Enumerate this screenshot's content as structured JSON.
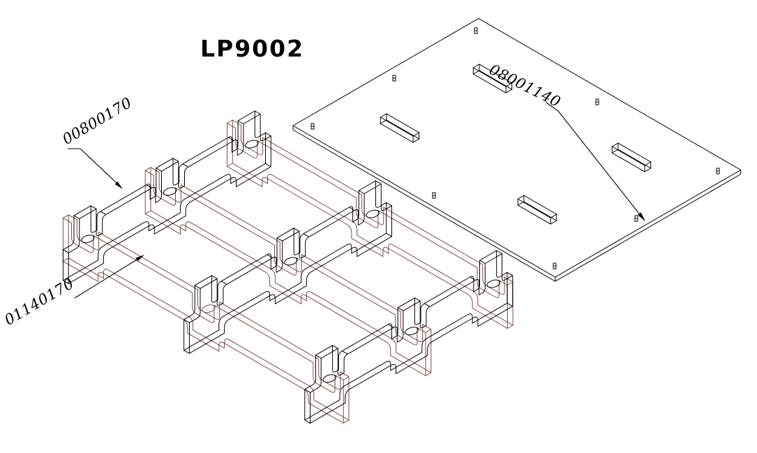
{
  "title": "LP9002",
  "parts": [
    {
      "number": "00800170"
    },
    {
      "number": "01140170"
    },
    {
      "number": "08001140"
    }
  ],
  "colors": {
    "line": "#000000",
    "alt_line": "#7C4A45",
    "background": "#FFFFFF",
    "text": "#000000"
  }
}
